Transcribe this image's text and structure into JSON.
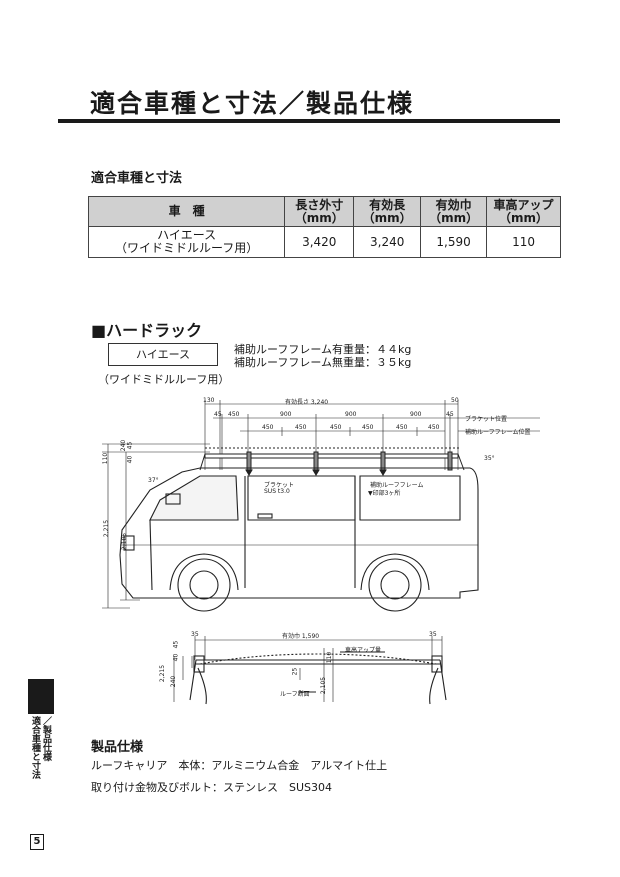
{
  "page": {
    "title": "適合車種と寸法／製品仕様",
    "number": "5"
  },
  "fitment": {
    "heading": "適合車種と寸法",
    "headers": [
      {
        "l1": "車　種",
        "l2": ""
      },
      {
        "l1": "長さ外寸",
        "l2": "（mm）"
      },
      {
        "l1": "有効長",
        "l2": "（mm）"
      },
      {
        "l1": "有効巾",
        "l2": "（mm）"
      },
      {
        "l1": "車高アップ",
        "l2": "（mm）"
      }
    ],
    "row": {
      "vehicle_l1": "ハイエース",
      "vehicle_l2": "（ワイドミドルルーフ用）",
      "length": "3,420",
      "effective_length": "3,240",
      "effective_width": "1,590",
      "height_up": "110"
    }
  },
  "hard_rack": {
    "heading": "■ハードラック",
    "vehicle": "ハイエース",
    "vehicle_sub": "（ワイドミドルルーフ用）",
    "weights": [
      "補助ルーフフレーム有重量：４４kg",
      "補助ルーフフレーム無重量：３５kg"
    ]
  },
  "side_view": {
    "dims_top": {
      "d130": "130",
      "effective_length": "有効長さ 3,240",
      "d50": "50",
      "d45a": "45",
      "d450a": "450",
      "d900a": "900",
      "d900b": "900",
      "d900c": "900",
      "d45b": "45",
      "d450_1": "450",
      "d450_2": "450",
      "d450_3": "450",
      "d450_4": "450",
      "d450_5": "450",
      "d450_6": "450"
    },
    "left_dims": {
      "d110": "110",
      "d240": "240",
      "d45": "45",
      "d40": "40",
      "d2215": "2,215",
      "d2105": "2,105",
      "d37": "37°"
    },
    "right_dims": {
      "d35": "35°"
    },
    "labels": {
      "bracket_pos": "ブラケット位置",
      "aux_frame_pos": "補助ルーフフレーム位置",
      "bracket": "ブラケット",
      "bracket_mat": "SUS t3.0",
      "aux_frame": "補助ルーフフレーム",
      "aux_frame_mark": "▼印部3ヶ所"
    }
  },
  "front_view": {
    "d35l": "35",
    "effective_width": "有効巾 1,590",
    "d35r": "35",
    "height_up": "車高アップ量",
    "roof_section": "ルーフ断面",
    "d2215": "2,215",
    "d40": "40",
    "d45": "45",
    "d240": "240",
    "d25": "25",
    "d2105": "2,105",
    "d110": "110"
  },
  "product_spec": {
    "heading": "製品仕様",
    "line1": "ルーフキャリア　本体：アルミニウム合金　アルマイト仕上",
    "line2": "取り付け金物及びボルト：ステンレス　SUS304"
  },
  "side_index": {
    "col1": "／製品仕様",
    "col2": "適合車種と寸法"
  }
}
